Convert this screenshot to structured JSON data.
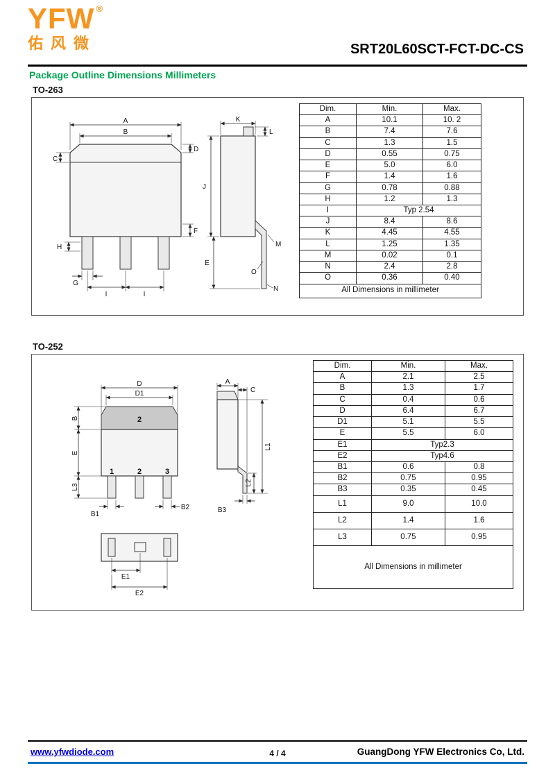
{
  "colors": {
    "brand_orange": "#F7941E",
    "title_green": "#00A651",
    "link_blue": "#0000DD",
    "footer_blue": "#0070C0"
  },
  "header": {
    "logo_text": "YFW",
    "logo_registered": "®",
    "logo_chinese": "佑风微",
    "part_number": "SRT20L60SCT-FCT-DC-CS",
    "section_title": "Package Outline Dimensions Millimeters"
  },
  "to263": {
    "label": "TO-263",
    "drawing": {
      "a": "A",
      "b": "B",
      "c": "C",
      "d": "D",
      "e": "E",
      "f": "F",
      "g": "G",
      "h": "H",
      "i": "I",
      "j": "J",
      "k": "K",
      "l": "L",
      "m": "M",
      "n": "N",
      "o": "O"
    },
    "table": {
      "headers": [
        "Dim.",
        "Min.",
        "Max."
      ],
      "rows": [
        {
          "dim": "A",
          "min": "10.1",
          "max": "10. 2"
        },
        {
          "dim": "B",
          "min": "7.4",
          "max": "7.6"
        },
        {
          "dim": "C",
          "min": "1.3",
          "max": "1.5"
        },
        {
          "dim": "D",
          "min": "0.55",
          "max": "0.75"
        },
        {
          "dim": "E",
          "min": "5.0",
          "max": "6.0"
        },
        {
          "dim": "F",
          "min": "1.4",
          "max": "1.6"
        },
        {
          "dim": "G",
          "min": "0.78",
          "max": "0.88"
        },
        {
          "dim": "H",
          "min": "1.2",
          "max": "1.3"
        },
        {
          "dim": "I",
          "typ": "Typ 2.54"
        },
        {
          "dim": "J",
          "min": "8.4",
          "max": "8.6"
        },
        {
          "dim": "K",
          "min": "4.45",
          "max": "4.55"
        },
        {
          "dim": "L",
          "min": "1.25",
          "max": "1.35"
        },
        {
          "dim": "M",
          "min": "0.02",
          "max": "0.1"
        },
        {
          "dim": "N",
          "min": "2.4",
          "max": "2.8"
        },
        {
          "dim": "O",
          "min": "0.36",
          "max": "0.40"
        }
      ],
      "note": "All Dimensions in millimeter"
    }
  },
  "to252": {
    "label": "TO-252",
    "drawing": {
      "a": "A",
      "b": "B",
      "c": "C",
      "d": "D",
      "d1": "D1",
      "e": "E",
      "e1": "E1",
      "e2": "E2",
      "b1": "B1",
      "b2": "B2",
      "b3": "B3",
      "l1": "L1",
      "l2": "L2",
      "l3": "L3",
      "tab_pin": "2",
      "pin1": "1",
      "pin2": "2",
      "pin3": "3"
    },
    "table": {
      "headers": [
        "Dim.",
        "Min.",
        "Max."
      ],
      "rows": [
        {
          "dim": "A",
          "min": "2.1",
          "max": "2.5"
        },
        {
          "dim": "B",
          "min": "1.3",
          "max": "1.7"
        },
        {
          "dim": "C",
          "min": "0.4",
          "max": "0.6"
        },
        {
          "dim": "D",
          "min": "6.4",
          "max": "6.7"
        },
        {
          "dim": "D1",
          "min": "5.1",
          "max": "5.5"
        },
        {
          "dim": "E",
          "min": "5.5",
          "max": "6.0"
        },
        {
          "dim": "E1",
          "typ": "Typ2.3"
        },
        {
          "dim": "E2",
          "typ": "Typ4.6"
        },
        {
          "dim": "B1",
          "min": "0.6",
          "max": "0.8"
        },
        {
          "dim": "B2",
          "min": "0.75",
          "max": "0.95"
        },
        {
          "dim": "B3",
          "min": "0.35",
          "max": "0.45"
        },
        {
          "dim": "L1",
          "min": "9.0",
          "max": "10.0"
        },
        {
          "dim": "L2",
          "min": "1.4",
          "max": "1.6"
        },
        {
          "dim": "L3",
          "min": "0.75",
          "max": "0.95"
        }
      ],
      "note": "All Dimensions in millimeter"
    }
  },
  "page_footer": {
    "website": "www.yfwdiode.com",
    "page_number": "4 / 4",
    "company": "GuangDong YFW Electronics Co, Ltd."
  }
}
